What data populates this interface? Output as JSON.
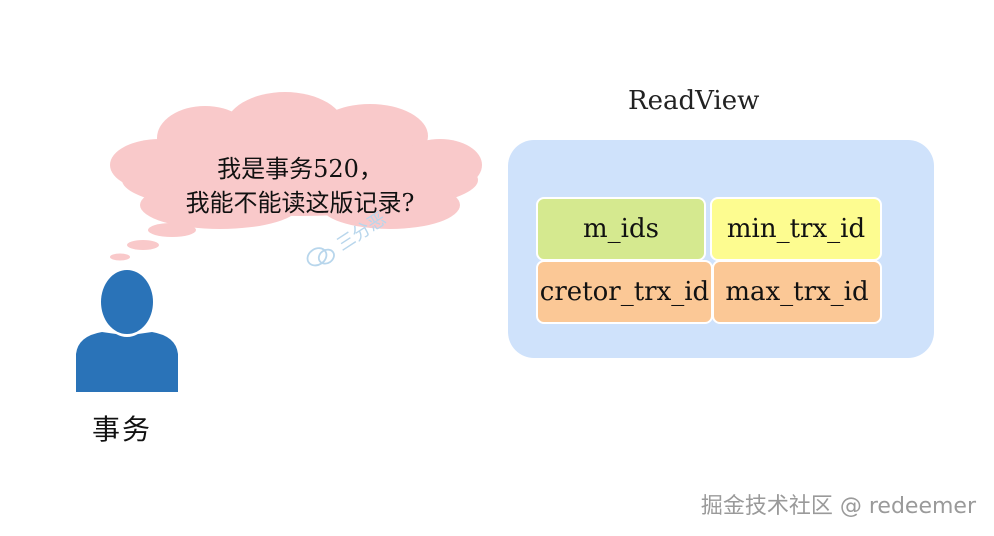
{
  "cloud": {
    "line1": "我是事务520，",
    "line2": "我能不能读这版记录?"
  },
  "person": {
    "label": "事务"
  },
  "readview": {
    "title": "ReadView",
    "fields": {
      "m_ids": "m_ids",
      "min_trx_id": "min_trx_id",
      "creator_trx_id": "cretor_trx_id",
      "max_trx_id": "max_trx_id"
    }
  },
  "watermark": {
    "text": "三分恶",
    "icon": "wechat-icon"
  },
  "footer": {
    "text": "掘金技术社区 @ redeemer"
  },
  "colors": {
    "cloud": "#f9c9ca",
    "person": "#2a73b8",
    "panel": "#cfe2fb",
    "m_ids": "#d5e98f",
    "min_trx_id": "#fdfc90",
    "orange": "#fbc896"
  }
}
